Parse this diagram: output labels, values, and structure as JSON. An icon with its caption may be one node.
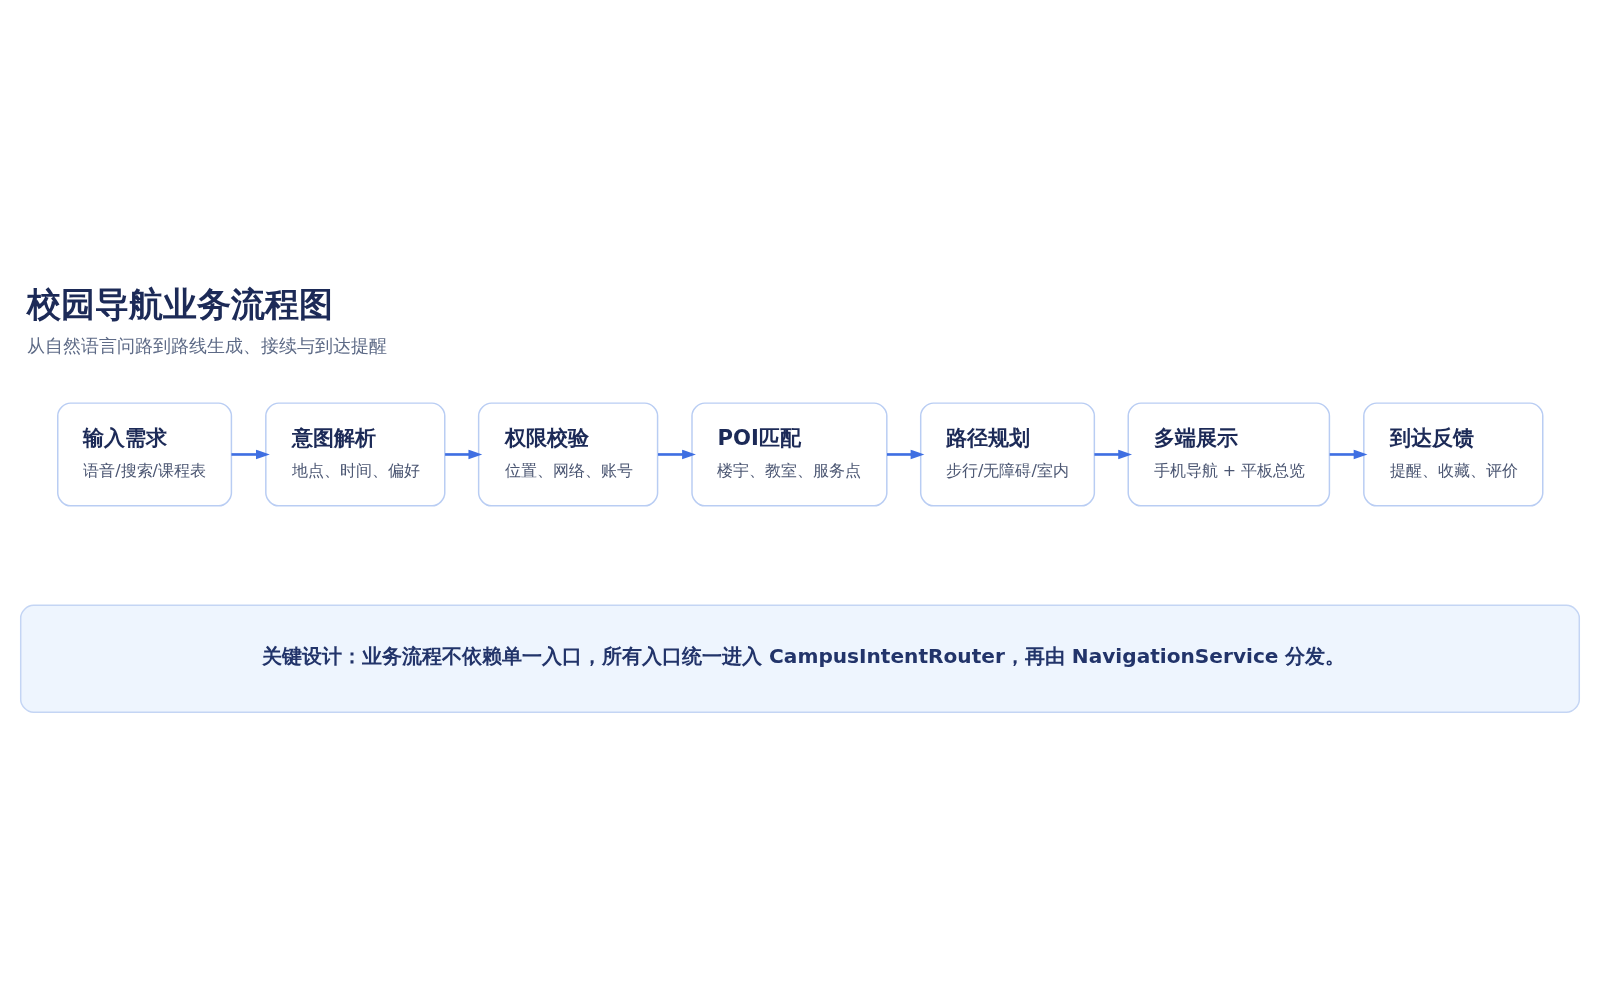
{
  "diagram": {
    "title": "校园导航业务流程图",
    "caption": "从自然语言问路到路线生成、接续与到达提醒",
    "nodes": [
      {
        "text": [
          "输入需求",
          "语音/搜索/课程表"
        ]
      },
      {
        "text": [
          "意图解析",
          "地点、时间、偏好"
        ]
      },
      {
        "text": [
          "权限校验",
          "位置、网络、账号"
        ]
      },
      {
        "text": [
          "POI匹配",
          "楼宇、教室、服务点"
        ]
      },
      {
        "text": [
          "路径规划",
          "步行/无障碍/室内"
        ]
      },
      {
        "text": [
          "多端展示",
          "手机导航 + 平板总览"
        ]
      },
      {
        "text": [
          "到达反馈",
          "提醒、收藏、评价"
        ]
      },
      {
        "text": [
          "关键设计：业务流程不依赖单一入口，所有入口统一进入 CampusIntentRouter，再由 NavigationService 分发。"
        ]
      }
    ],
    "edges": [
      {
        "from": 0,
        "to": 1,
        "arrow": "to"
      },
      {
        "from": 1,
        "to": 2,
        "arrow": "to"
      },
      {
        "from": 2,
        "to": 3,
        "arrow": "to"
      },
      {
        "from": 3,
        "to": 4,
        "arrow": "to"
      },
      {
        "from": 4,
        "to": 5,
        "arrow": "to"
      },
      {
        "from": 5,
        "to": 6,
        "arrow": "to"
      }
    ]
  }
}
